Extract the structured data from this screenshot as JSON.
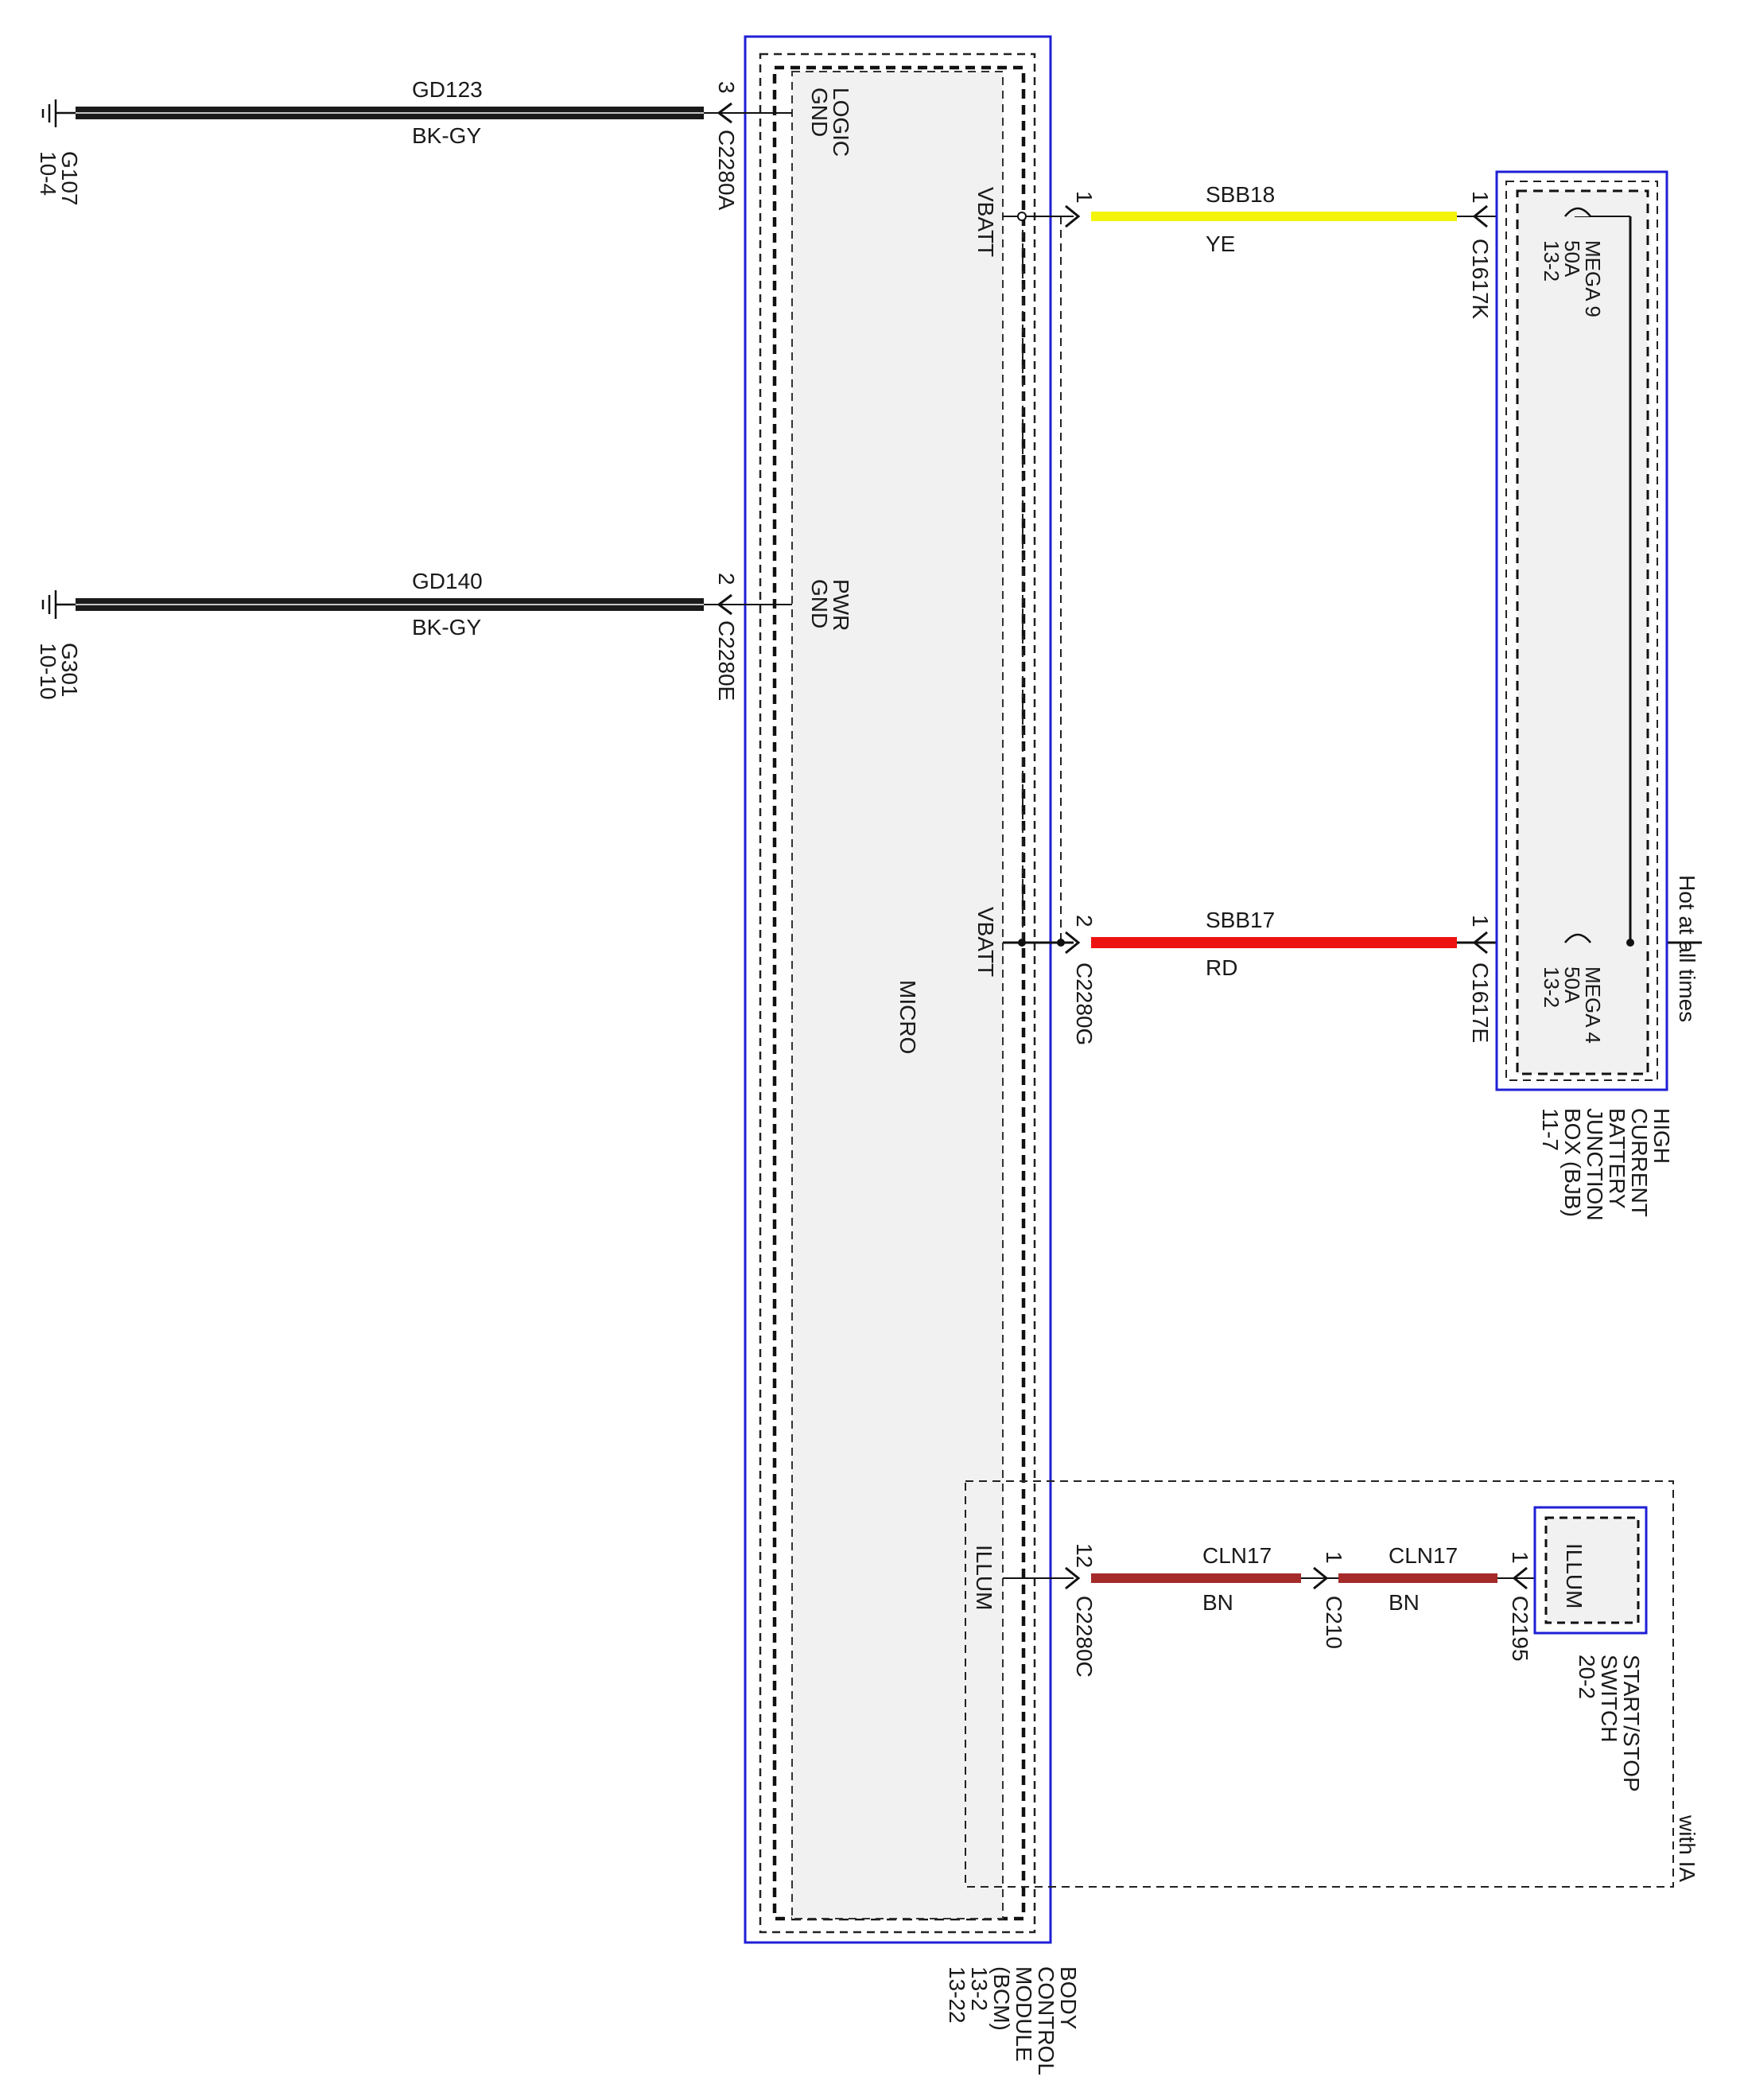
{
  "colors": {
    "module_outline": "#1f1fd6",
    "module_fill": "#f1f1f1",
    "wire_bk_gy": "#1a1a1a",
    "wire_ye": "#f4f40a",
    "wire_rd": "#ee1111",
    "wire_bn": "#a52a2a"
  },
  "grounds": [
    {
      "id": "G107",
      "ref": "10-4",
      "circuit": "GD123",
      "color_code": "BK-GY",
      "pin": "3",
      "connector": "C2280A",
      "signal": [
        "LOGIC",
        "GND"
      ]
    },
    {
      "id": "G301",
      "ref": "10-10",
      "circuit": "GD140",
      "color_code": "BK-GY",
      "pin": "2",
      "connector": "C2280E",
      "signal": [
        "PWR",
        "GND"
      ]
    }
  ],
  "bcm": {
    "name_lines": [
      "BODY",
      "CONTROL",
      "MODULE",
      "(BCM)",
      "13-2",
      "13-22"
    ],
    "internal_label": "MICRO",
    "pins": [
      {
        "signal": "VBATT",
        "pin": "1",
        "connector": ""
      },
      {
        "signal": "VBATT",
        "pin": "2",
        "connector": "C2280G"
      },
      {
        "signal": "ILLUM",
        "pin": "12",
        "connector": "C2280C"
      }
    ]
  },
  "power_wires": [
    {
      "circuit": "SBB18",
      "color_code": "YE",
      "bjb_pin": "1",
      "bjb_connector": "C1617K",
      "fuse": [
        "MEGA 9",
        "50A",
        "13-2"
      ]
    },
    {
      "circuit": "SBB17",
      "color_code": "RD",
      "bjb_pin": "1",
      "bjb_connector": "C1617E",
      "fuse": [
        "MEGA 4",
        "50A",
        "13-2"
      ]
    }
  ],
  "bjb": {
    "name_lines": [
      "HIGH",
      "CURRENT",
      "BATTERY",
      "JUNCTION",
      "BOX (BJB)",
      "11-7"
    ],
    "supply_note": "Hot at all times"
  },
  "illum_circuit": {
    "segments": [
      {
        "circuit": "CLN17",
        "color_code": "BN",
        "pin": "1",
        "connector": "C210"
      },
      {
        "circuit": "CLN17",
        "color_code": "BN",
        "pin": "1",
        "connector": "C2195"
      }
    ],
    "switch_signal": "ILLUM",
    "switch_name_lines": [
      "START/STOP",
      "SWITCH",
      "20-2"
    ],
    "option_note": "with IA"
  }
}
